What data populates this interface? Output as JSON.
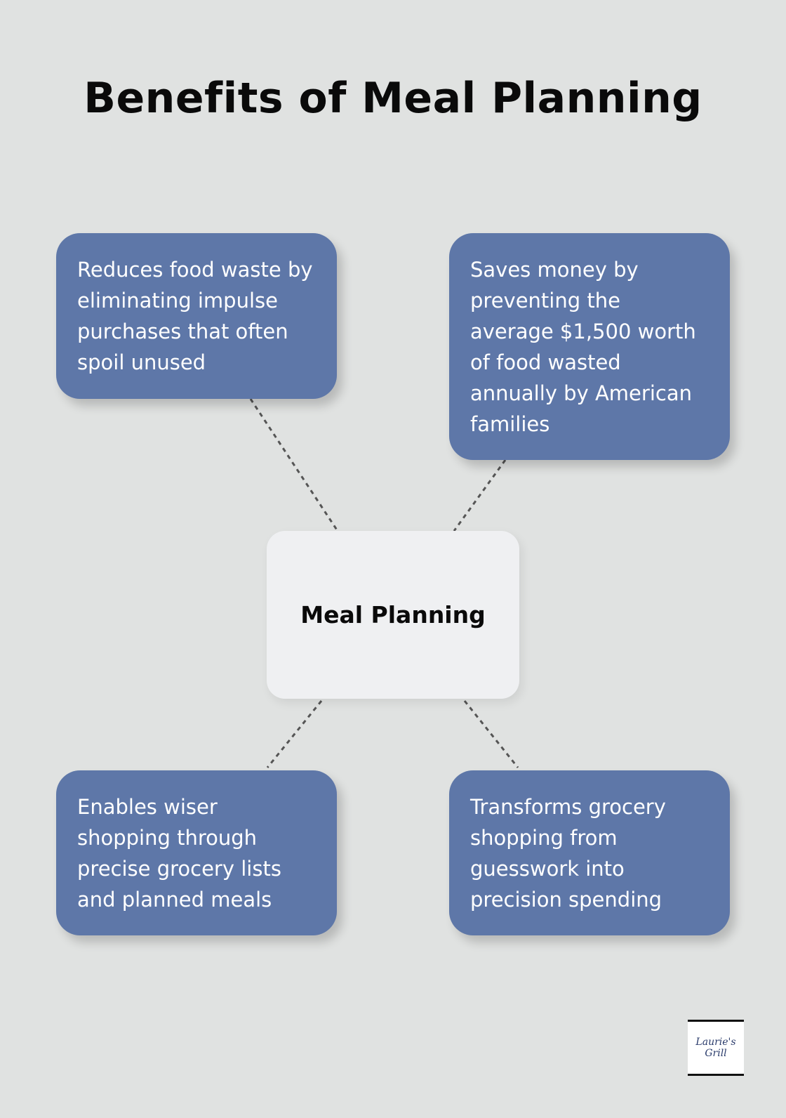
{
  "title": "Benefits of Meal Planning",
  "center": "Meal Planning",
  "benefits": [
    "Reduces food waste by eliminating impulse purchases that often spoil unused",
    "Saves money by preventing the average $1,500 worth of food wasted annually by American families",
    "Enables wiser shopping through precise grocery lists and planned meals",
    "Transforms grocery shopping from guesswork into precision spending"
  ],
  "logo": {
    "line1": "Laurie's",
    "line2": "Grill"
  },
  "colors": {
    "background": "#e0e2e1",
    "box": "#5e77a8",
    "center": "#eff0f2"
  }
}
